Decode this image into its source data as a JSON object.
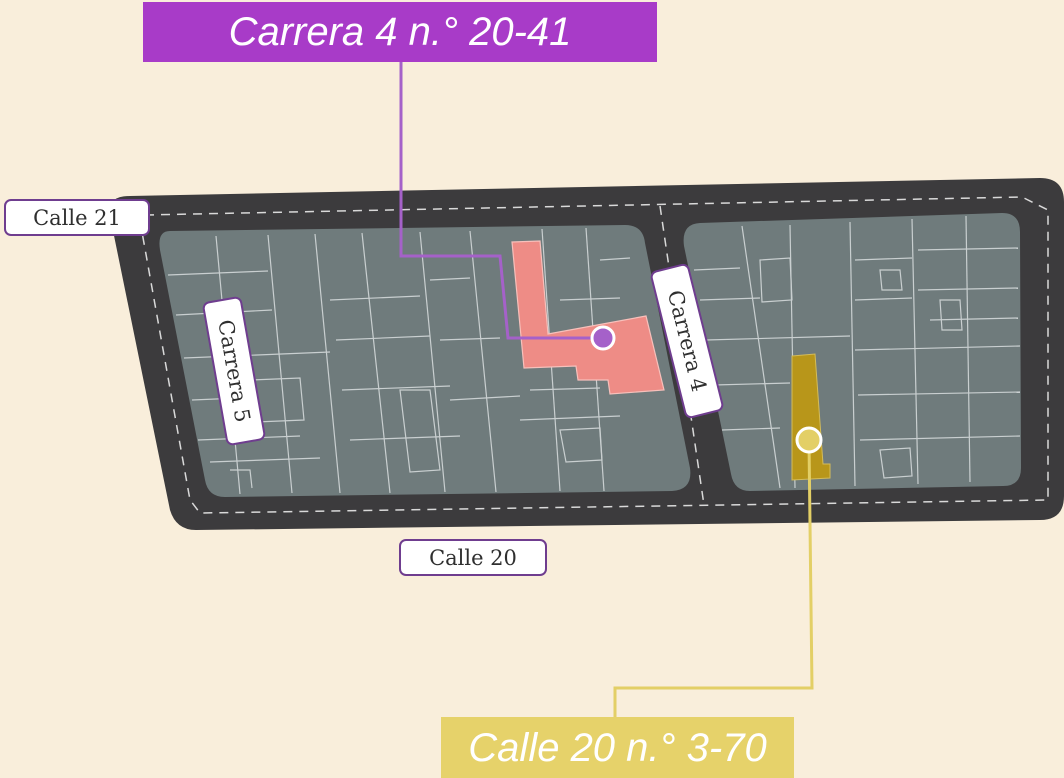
{
  "addresses": {
    "primary": {
      "label": "Carrera 4 n.° 20-41",
      "color": "#a83bc8",
      "line_color": "#a561c9"
    },
    "secondary": {
      "label": "Calle 20 n.° 3-70",
      "color": "#e6d26a",
      "line_color": "#e3cf66"
    }
  },
  "streets": {
    "calle_21": "Calle 21",
    "calle_20": "Calle 20",
    "carrera_5": "Carrera 5",
    "carrera_4": "Carrera 4"
  },
  "colors": {
    "background": "#f9eedb",
    "road": "#3c3b3d",
    "block": "#6f7b7c",
    "highlight_primary": "#ee8c86",
    "highlight_secondary": "#b8961a",
    "street_label_border": "#6f3d8f"
  }
}
